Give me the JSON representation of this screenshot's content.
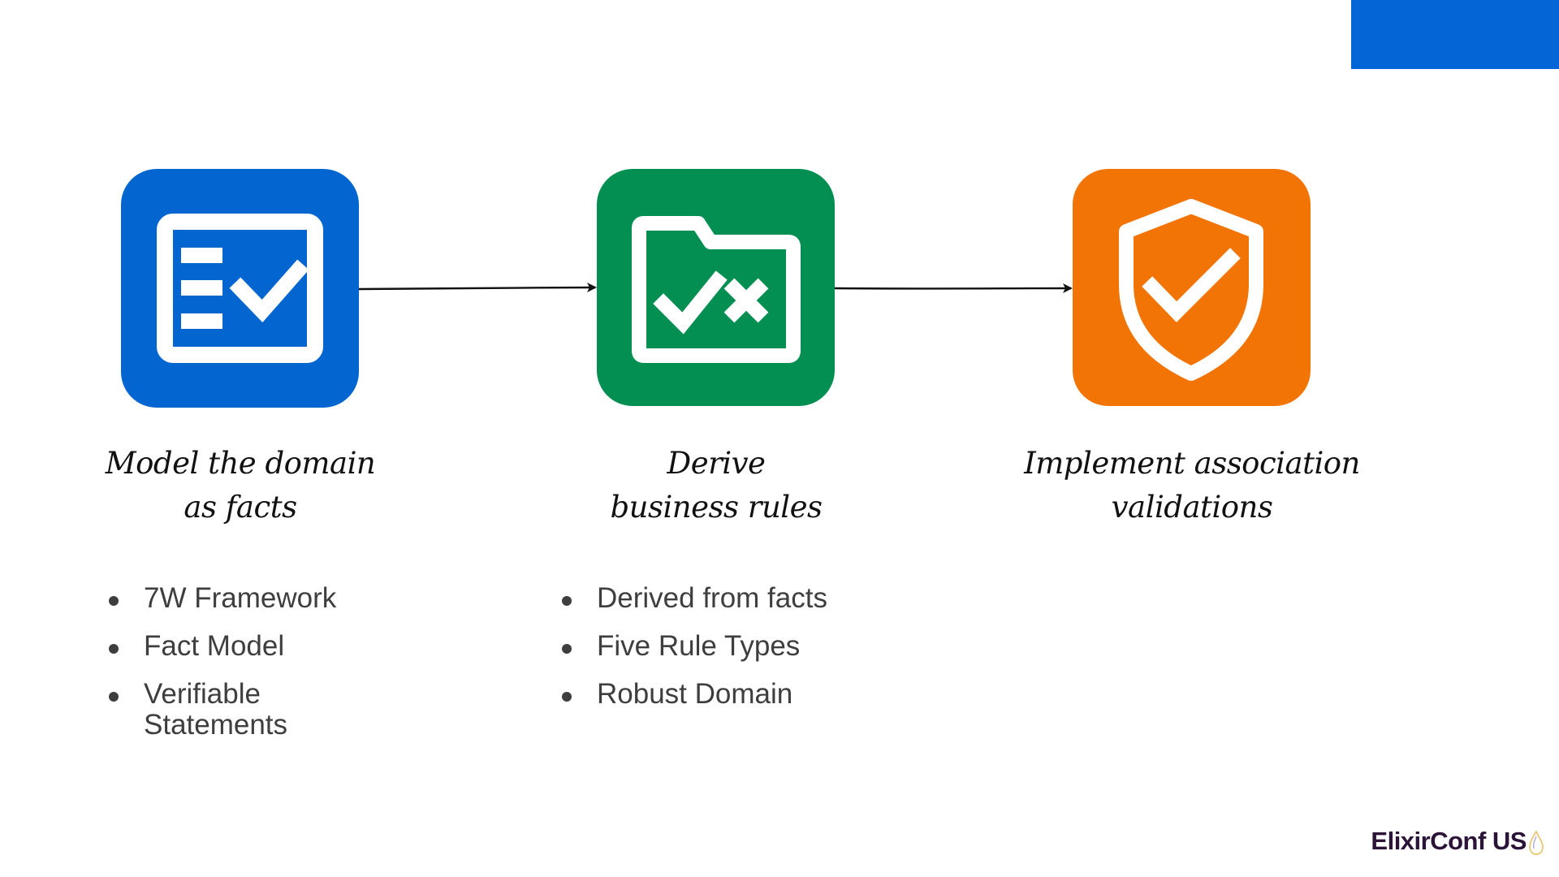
{
  "colors": {
    "accent_blue": "#0366d6",
    "tile_blue": "#0366d0",
    "tile_green": "#038f52",
    "tile_orange": "#f27405",
    "bullet_text": "#3e3e3e",
    "logo_text": "#2b1438"
  },
  "steps": [
    {
      "icon": "checklist-icon",
      "caption_lines": [
        "Model the domain",
        "as facts"
      ],
      "bullets": [
        "7W Framework",
        "Fact Model",
        "Verifiable Statements"
      ]
    },
    {
      "icon": "folder-check-cross-icon",
      "caption_lines": [
        "Derive",
        "business rules"
      ],
      "bullets": [
        "Derived from facts",
        "Five Rule Types",
        "Robust Domain"
      ]
    },
    {
      "icon": "shield-check-icon",
      "caption_lines": [
        "Implement association",
        "validations"
      ],
      "bullets": []
    }
  ],
  "logo": {
    "text": "ElixirConf US"
  }
}
